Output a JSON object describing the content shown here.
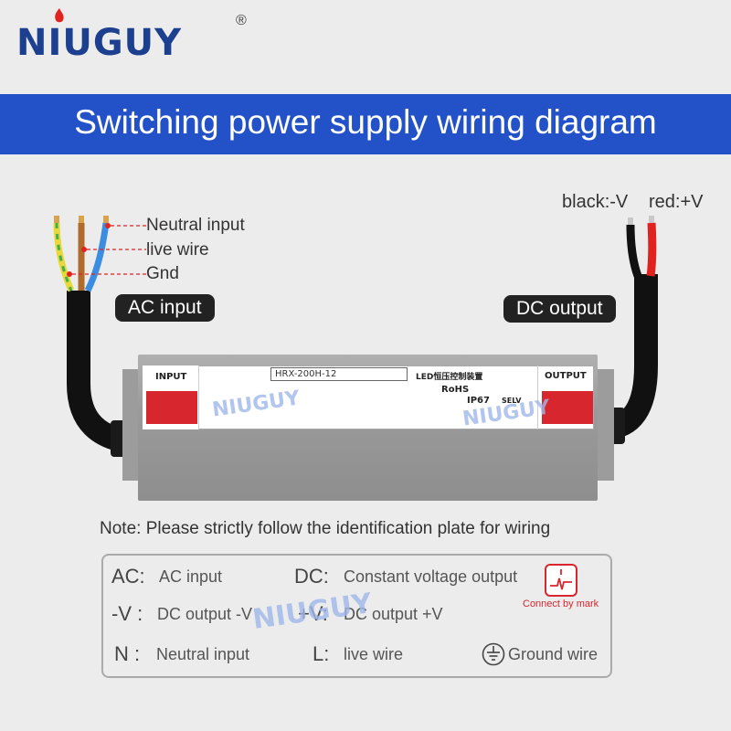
{
  "header": {
    "logo_text": "NIUGUY",
    "registered": "®"
  },
  "banner": {
    "title": "Switching power supply wiring diagram"
  },
  "ac_side": {
    "wires": [
      "Neutral input",
      "live wire",
      "Gnd"
    ],
    "label": "AC input"
  },
  "dc_side": {
    "wire_black": "black:-V",
    "wire_red": "red:+V",
    "label": "DC output"
  },
  "device": {
    "input_title": "INPUT",
    "model": "HRX-200H-12",
    "plate_title": "LED恒压控制装置",
    "output_title": "OUTPUT",
    "rohs": "RoHS",
    "ip": "IP67",
    "selv": "SELV"
  },
  "note": "Note: Please strictly follow the identification plate for wiring",
  "legend": {
    "ac_key": "AC:",
    "ac_val": "AC input",
    "dc_key": "DC:",
    "dc_val": "Constant voltage output",
    "negv_key": "-V :",
    "negv_val": "DC output  -V",
    "posv_key": "+V:",
    "posv_val": "DC output +V",
    "n_key": "N :",
    "n_val": "Neutral input",
    "l_key": "L:",
    "l_val": "live wire",
    "ground_val": "Ground wire",
    "connect_label": "Connect by mark"
  },
  "watermark": "NIUGUY",
  "colors": {
    "banner": "#2352c8",
    "logo": "#1c3f8f",
    "accent_red": "#d8262e",
    "wire_brown": "#b06a2c",
    "wire_blue": "#3a8de0",
    "wire_yellow": "#e8d83a",
    "wire_green": "#3fb04a",
    "wire_red": "#e0231f"
  }
}
